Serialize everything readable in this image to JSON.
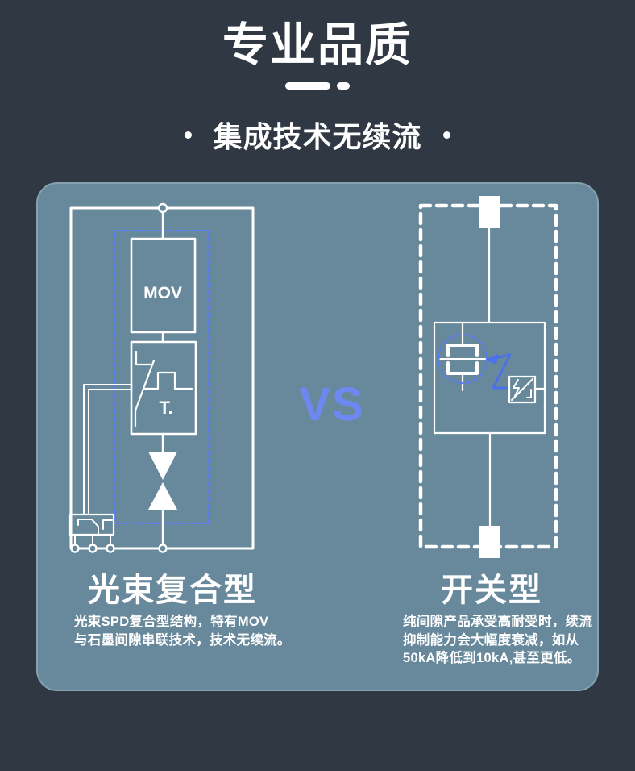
{
  "header": {
    "title": "专业品质",
    "subtitle": "集成技术无续流"
  },
  "comparison": {
    "vs_label": "VS",
    "left": {
      "title": "光束复合型",
      "diagram": {
        "mov_label": "MOV",
        "t_label": "T."
      },
      "description_lines": [
        "光束SPD复合型结构，特有MOV",
        "与石墨间隙串联技术，技术无续流。"
      ]
    },
    "right": {
      "title": "开关型",
      "description_lines": [
        "纯间隙产品承受高耐受时，续流",
        "抑制能力会大幅度衰减，如从",
        "50kA降低到10kA,甚至更低。"
      ]
    }
  },
  "colors": {
    "page_background": "#303844",
    "panel_background": "#68899b",
    "panel_border": "#86a1b0",
    "diagram_line": "#ffffff",
    "accent_blue": "#5b7bf0",
    "arrow_blue": "#4a71e8",
    "vs_text": "#6d89f1"
  }
}
